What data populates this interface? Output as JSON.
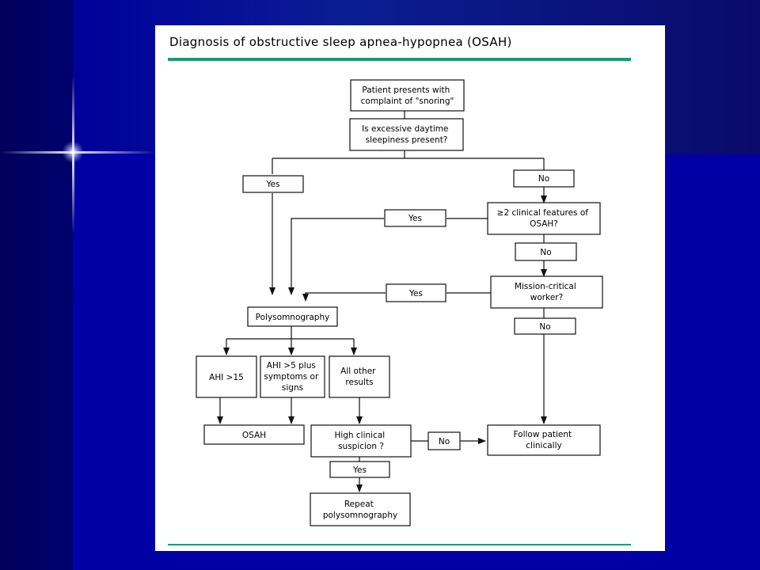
{
  "slide": {
    "title": "Diagnosis of obstructive sleep apnea-hypopnea (OSAH)",
    "accent_color": "#1e9a6c",
    "background_color": "#0000a4"
  },
  "flowchart": {
    "nodes": {
      "snoring": [
        "Patient presents with",
        "complaint of \"snoring\""
      ],
      "sleepiness": [
        "Is excessive daytime",
        "sleepiness present?"
      ],
      "yes1": [
        "Yes"
      ],
      "no1": [
        "No"
      ],
      "clinical_features": [
        "≥2 clinical features of",
        "OSAH?"
      ],
      "yes2": [
        "Yes"
      ],
      "no2": [
        "No"
      ],
      "mission_critical": [
        "Mission-critical",
        "worker?"
      ],
      "yes3": [
        "Yes"
      ],
      "no3": [
        "No"
      ],
      "polysomnography": [
        "Polysomnography"
      ],
      "ahi15": [
        "AHI >15"
      ],
      "ahi5": [
        "AHI >5 plus",
        "symptoms or",
        "signs"
      ],
      "other": [
        "All other",
        "results"
      ],
      "osah": [
        "OSAH"
      ],
      "high_suspicion": [
        "High clinical",
        "suspicion ?"
      ],
      "no4": [
        "No"
      ],
      "follow": [
        "Follow patient",
        "clinically"
      ],
      "yes4": [
        "Yes"
      ],
      "repeat": [
        "Repeat",
        "polysomnography"
      ]
    }
  }
}
